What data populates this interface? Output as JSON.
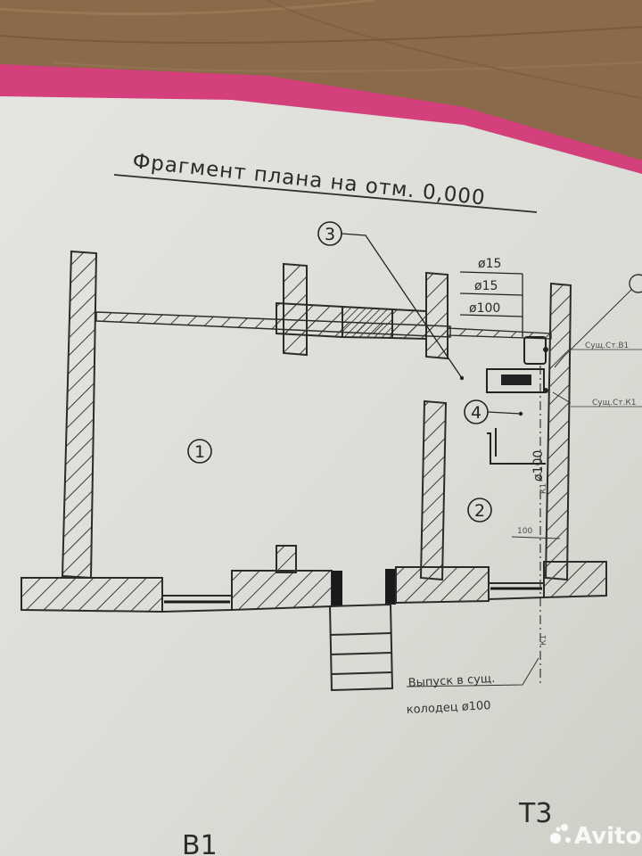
{
  "plan": {
    "title": "Фрагмент плана на отм. 0,000",
    "rooms": [
      {
        "id": "room-1",
        "label": "1"
      },
      {
        "id": "room-2",
        "label": "2"
      }
    ],
    "callouts": [
      {
        "id": "callout-3",
        "label": "3"
      },
      {
        "id": "callout-4",
        "label": "4"
      }
    ],
    "pipes": {
      "d1": "ø15",
      "d2": "ø15",
      "d3": "ø100"
    },
    "riser_labels": {
      "b1": "Сущ.Ст.В1",
      "k1": "Сущ.Ст.К1"
    },
    "pipe_vertical_label": "ø100",
    "pipe_code": "К1",
    "dimension_100": "100",
    "outlet_note_line1": "Выпуск в сущ.",
    "outlet_note_line2": "колодец ø100",
    "bottom_left_mark": "В1",
    "bottom_right_mark": "Т3"
  },
  "watermark": {
    "text": "Avito",
    "colors": [
      "#00aaff",
      "#a3d900",
      "#ff4053",
      "#965eeb"
    ]
  }
}
